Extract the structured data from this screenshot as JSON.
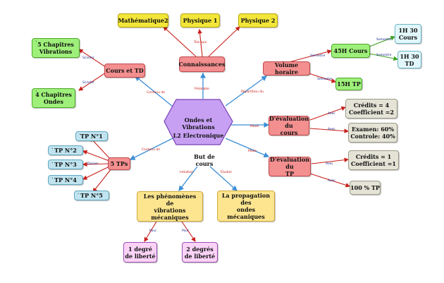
{
  "center": {
    "line1": "Ondes et Vibrations",
    "line2": "L2 Electronique"
  },
  "but": {
    "text": "But de\ncours"
  },
  "nodes": {
    "math": "Mathématique2",
    "phys1": "Physique 1",
    "phys2": "Physique 2",
    "connaissances": "Connaissances",
    "volume": "Volume horaire",
    "cours_td": "Cours et TD",
    "ch5": "5 Chapitres\nVibrations",
    "ch4": "4 Chapitres\nOndes",
    "h45": "45H Cours",
    "h30c": "1H 30\nCours",
    "h30t": "1H 30\nTD",
    "h15": "15H TP",
    "eval_cours": "D'évaluation du\ncours",
    "credits4": "Crédits = 4\nCoefficient =2",
    "exam": "Examen: 60%\nControle: 40%",
    "eval_tp": "D'évaluation du\nTP",
    "credits1": "Crédits = 1\nCoefficient =1",
    "tp100": "100 % TP",
    "tps5": "5 TPs",
    "tp1": "TP N°1",
    "tp2": "TP N°2",
    "tp3": "TP N°3",
    "tp4": "TP N°4",
    "tp5": "TP N°5",
    "phenomenes": "Les phénomènes\nde\nvibrations mécaniques",
    "propagation": "La propagation\ndes\nondes mécaniques",
    "deg1": "1 degré\nde liberté",
    "deg2": "2 degrés\nde liberté"
  },
  "edge_labels": {
    "tels_que": "Tels que",
    "prealable": "Préalable",
    "repartition": "Répartition du",
    "semestre": "Semestre",
    "scinder": "Scinder",
    "contenu": "Contenu de",
    "mode": "Mode",
    "avec": "Avec",
    "diviser": "Diviser",
    "initiation": "Initiation",
    "etudier": "Etudier",
    "pour": "Pour"
  },
  "colors": {
    "blue_edge": "#3b8fd6",
    "red_edge": "#c8201c",
    "green_edge": "#3aa01c",
    "hexagon": "#c7a0f3"
  }
}
